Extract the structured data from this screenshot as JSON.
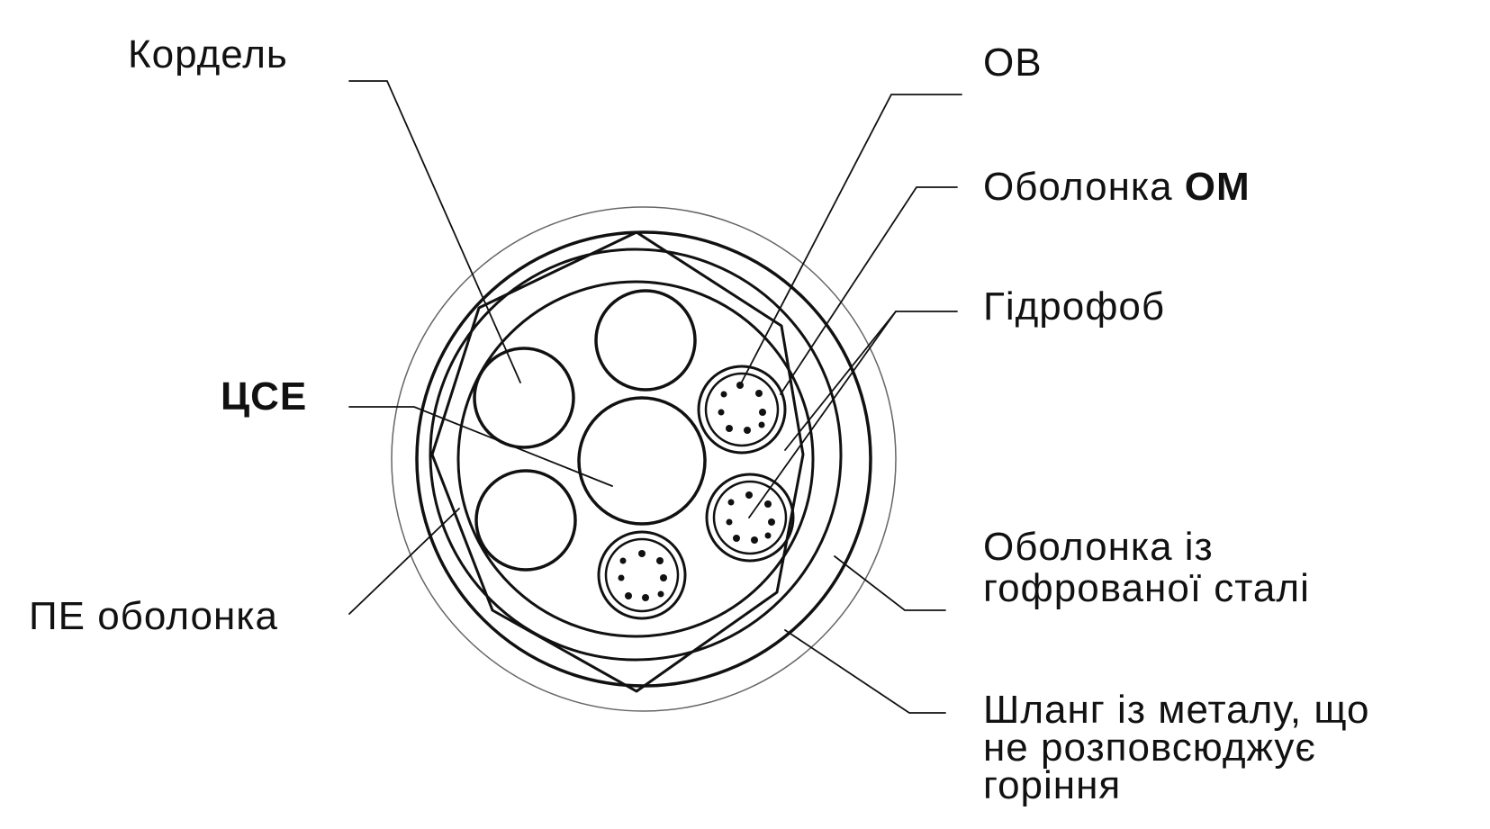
{
  "labels": {
    "kordel": "Кордель",
    "ov": "ОВ",
    "obolonka_om_prefix": "Оболонка",
    "obolonka_om_suffix": "ОМ",
    "gidrofob": "Гідрофоб",
    "cse": "ЦСЕ",
    "obolonka_gofr_line1": "Оболонка із",
    "obolonka_gofr_line2": "гофрованої сталі",
    "pe_obolonka": "ПЕ оболонка",
    "shlang_line1": "Шланг із металу, що",
    "shlang_line2": "не розповсюджує",
    "shlang_line3": "горіння"
  },
  "colors": {
    "ink": "#111111",
    "faint": "#666666",
    "background": "#ffffff"
  }
}
